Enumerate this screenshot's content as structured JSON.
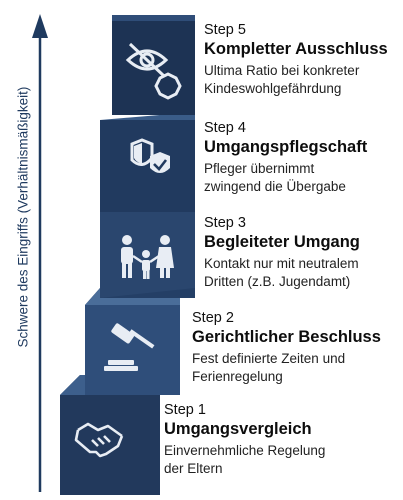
{
  "axis": {
    "label": "Schwere des Eingriffs (Verhältnismäßigkeit)"
  },
  "colors": {
    "dark": "#1e3556",
    "mid": "#2d4a72",
    "light": "#3d5f8c",
    "arrow": "#1f3a5f"
  },
  "steps": [
    {
      "number": "Step 5",
      "title": "Kompletter Ausschluss",
      "desc1": "Ultima Ratio bei konkreter",
      "desc2": "Kindeswohlgefährdung",
      "icon": "eye-crossed-stop-icon"
    },
    {
      "number": "Step 4",
      "title": "Umgangspflegschaft",
      "desc1": "Pfleger übernimmt",
      "desc2": "zwingend die Übergabe",
      "icon": "shield-check-icon"
    },
    {
      "number": "Step 3",
      "title": "Begleiteter Umgang",
      "desc1": "Kontakt nur mit neutralem",
      "desc2": "Dritten (z.B. Jugendamt)",
      "icon": "family-icon"
    },
    {
      "number": "Step 2",
      "title": "Gerichtlicher Beschluss",
      "desc1": "Fest definierte Zeiten und",
      "desc2": "Ferienregelung",
      "icon": "gavel-icon"
    },
    {
      "number": "Step 1",
      "title": "Umgangsvergleich",
      "desc1": "Einvernehmliche Regelung",
      "desc2": "der Eltern",
      "icon": "handshake-icon"
    }
  ]
}
